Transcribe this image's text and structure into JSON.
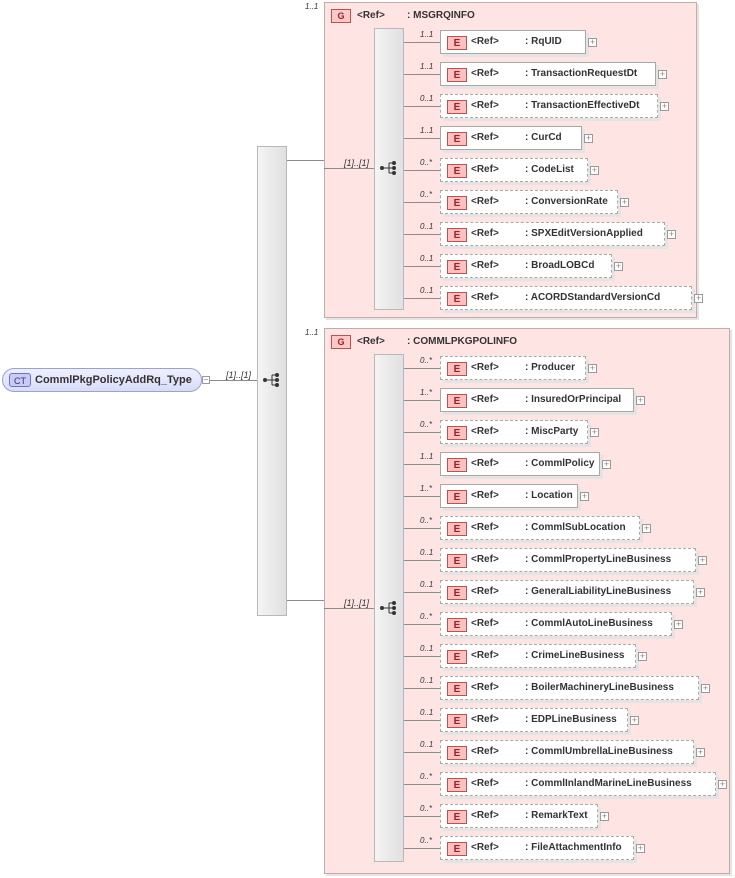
{
  "root": {
    "badge": "CT",
    "name": "CommlPkgPolicyAddRq_Type",
    "multiplicity": "[1]..[1]"
  },
  "groups": [
    {
      "badge": "G",
      "ref": "<Ref>",
      "name": ": MSGRQINFO",
      "multiplicity": "1..1",
      "seq_multiplicity": "[1]..[1]",
      "elements": [
        {
          "badge": "E",
          "ref": "<Ref>",
          "name": ": RqUID",
          "mult": "1..1",
          "optional": false
        },
        {
          "badge": "E",
          "ref": "<Ref>",
          "name": ": TransactionRequestDt",
          "mult": "1..1",
          "optional": false
        },
        {
          "badge": "E",
          "ref": "<Ref>",
          "name": ": TransactionEffectiveDt",
          "mult": "0..1",
          "optional": true
        },
        {
          "badge": "E",
          "ref": "<Ref>",
          "name": ": CurCd",
          "mult": "1..1",
          "optional": false
        },
        {
          "badge": "E",
          "ref": "<Ref>",
          "name": ": CodeList",
          "mult": "0..*",
          "optional": true
        },
        {
          "badge": "E",
          "ref": "<Ref>",
          "name": ": ConversionRate",
          "mult": "0..*",
          "optional": true
        },
        {
          "badge": "E",
          "ref": "<Ref>",
          "name": ": SPXEditVersionApplied",
          "mult": "0..1",
          "optional": true
        },
        {
          "badge": "E",
          "ref": "<Ref>",
          "name": ": BroadLOBCd",
          "mult": "0..1",
          "optional": true
        },
        {
          "badge": "E",
          "ref": "<Ref>",
          "name": ": ACORDStandardVersionCd",
          "mult": "0..1",
          "optional": true
        }
      ]
    },
    {
      "badge": "G",
      "ref": "<Ref>",
      "name": ": COMMLPKGPOLINFO",
      "multiplicity": "1..1",
      "seq_multiplicity": "[1]..[1]",
      "elements": [
        {
          "badge": "E",
          "ref": "<Ref>",
          "name": ": Producer",
          "mult": "0..*",
          "optional": true
        },
        {
          "badge": "E",
          "ref": "<Ref>",
          "name": ": InsuredOrPrincipal",
          "mult": "1..*",
          "optional": false
        },
        {
          "badge": "E",
          "ref": "<Ref>",
          "name": ": MiscParty",
          "mult": "0..*",
          "optional": true
        },
        {
          "badge": "E",
          "ref": "<Ref>",
          "name": ": CommlPolicy",
          "mult": "1..1",
          "optional": false
        },
        {
          "badge": "E",
          "ref": "<Ref>",
          "name": ": Location",
          "mult": "1..*",
          "optional": false
        },
        {
          "badge": "E",
          "ref": "<Ref>",
          "name": ": CommlSubLocation",
          "mult": "0..*",
          "optional": true
        },
        {
          "badge": "E",
          "ref": "<Ref>",
          "name": ": CommlPropertyLineBusiness",
          "mult": "0..1",
          "optional": true
        },
        {
          "badge": "E",
          "ref": "<Ref>",
          "name": ": GeneralLiabilityLineBusiness",
          "mult": "0..1",
          "optional": true
        },
        {
          "badge": "E",
          "ref": "<Ref>",
          "name": ": CommlAutoLineBusiness",
          "mult": "0..*",
          "optional": true
        },
        {
          "badge": "E",
          "ref": "<Ref>",
          "name": ": CrimeLineBusiness",
          "mult": "0..1",
          "optional": true
        },
        {
          "badge": "E",
          "ref": "<Ref>",
          "name": ": BoilerMachineryLineBusiness",
          "mult": "0..1",
          "optional": true
        },
        {
          "badge": "E",
          "ref": "<Ref>",
          "name": ": EDPLineBusiness",
          "mult": "0..1",
          "optional": true
        },
        {
          "badge": "E",
          "ref": "<Ref>",
          "name": ": CommlUmbrellaLineBusiness",
          "mult": "0..1",
          "optional": true
        },
        {
          "badge": "E",
          "ref": "<Ref>",
          "name": ": CommlInlandMarineLineBusiness",
          "mult": "0..*",
          "optional": true
        },
        {
          "badge": "E",
          "ref": "<Ref>",
          "name": ": RemarkText",
          "mult": "0..*",
          "optional": true
        },
        {
          "badge": "E",
          "ref": "<Ref>",
          "name": ": FileAttachmentInfo",
          "mult": "0..*",
          "optional": true
        }
      ]
    }
  ]
}
